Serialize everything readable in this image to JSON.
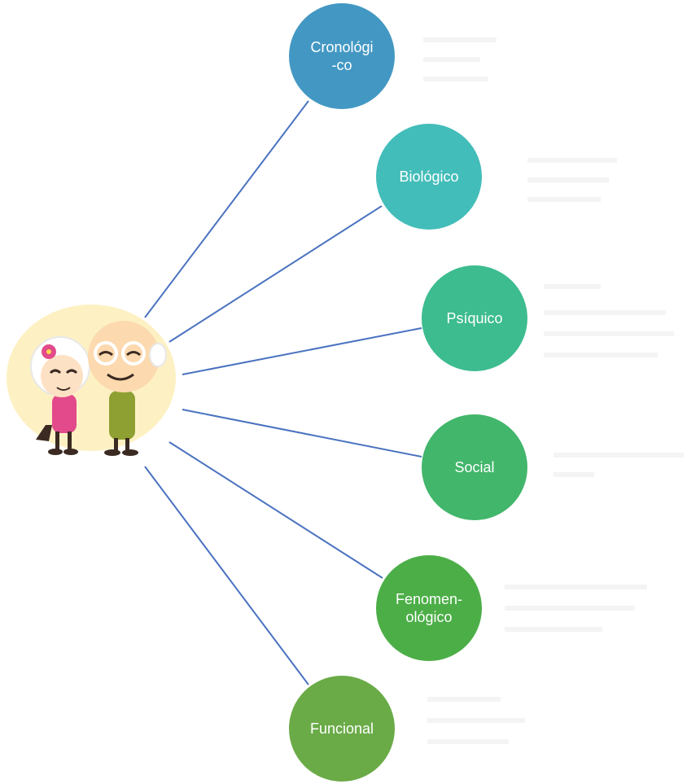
{
  "diagram": {
    "hub": {
      "image": "elderly-couple-illustration"
    },
    "nodes": [
      {
        "id": "cronologico",
        "label": "Cronológi\n-co",
        "color": "#4398c3"
      },
      {
        "id": "biologico",
        "label": "Biológico",
        "color": "#43bdb9"
      },
      {
        "id": "psiquico",
        "label": "Psíquico",
        "color": "#3dbc8f"
      },
      {
        "id": "social",
        "label": "Social",
        "color": "#42b66b"
      },
      {
        "id": "fenomenologico",
        "label": "Fenomen-\nológico",
        "color": "#4cae47"
      },
      {
        "id": "funcional",
        "label": "Funcional",
        "color": "#6aab47"
      }
    ],
    "edge_color": "#4a72c0"
  }
}
